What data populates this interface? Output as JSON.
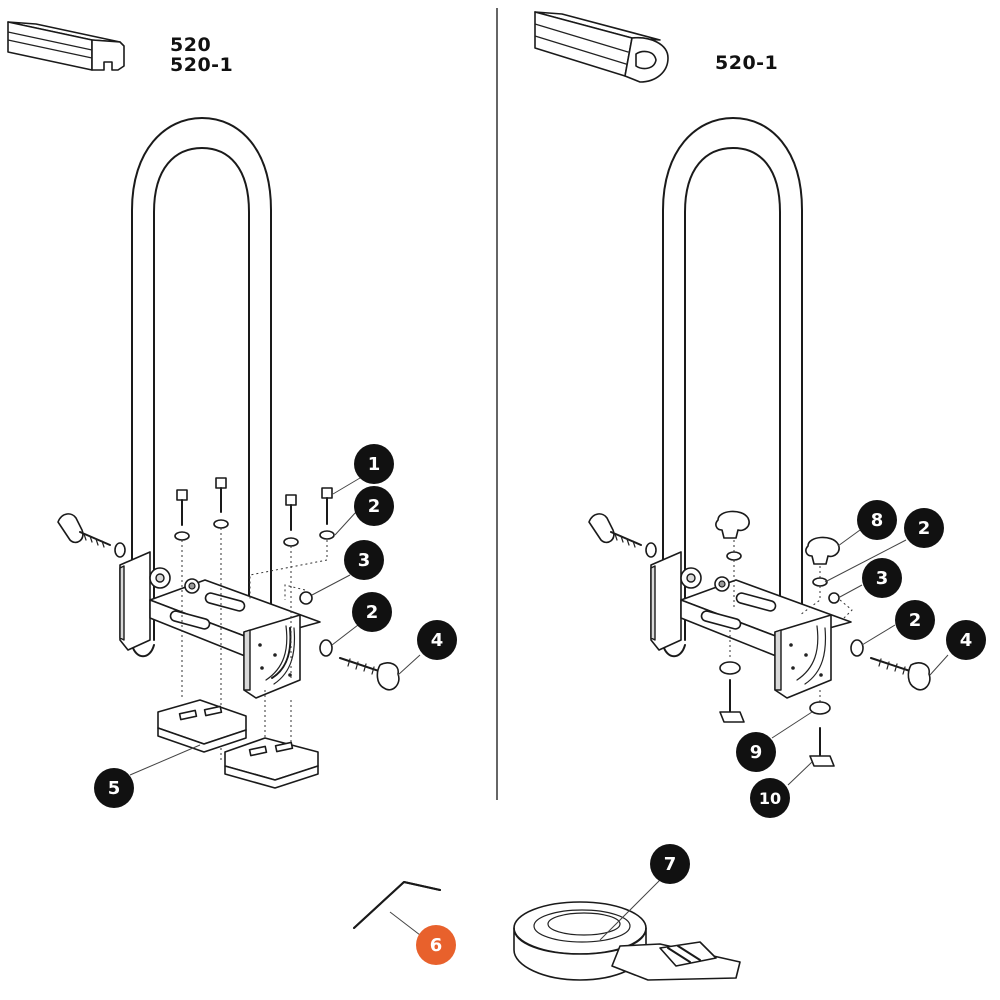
{
  "diagram": {
    "left_panel": {
      "model_labels": [
        "520",
        "520-1"
      ]
    },
    "right_panel": {
      "model_labels": [
        "520-1"
      ]
    },
    "callouts": {
      "left": [
        "1",
        "2",
        "3",
        "2",
        "4",
        "5"
      ],
      "right": [
        "8",
        "2",
        "3",
        "2",
        "4",
        "9",
        "10"
      ],
      "bottom": [
        "6",
        "7"
      ]
    },
    "colors": {
      "badge": "#111111",
      "badge_accent": "#e8612c",
      "line": "#1a1a1a"
    }
  }
}
